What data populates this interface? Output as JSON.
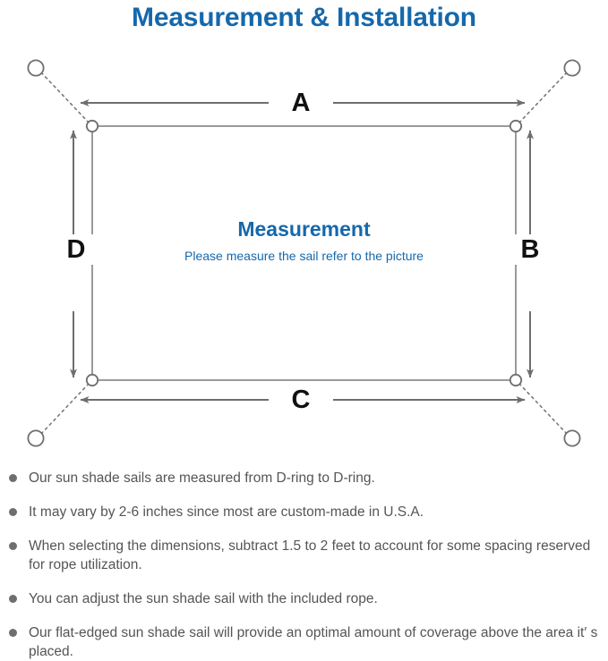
{
  "header": {
    "title": "Measurement & Installation",
    "title_color": "#1568ab"
  },
  "diagram": {
    "center_title": "Measurement",
    "center_subtitle": "Please measure the sail refer to the picture",
    "dimension_labels": {
      "top": "A",
      "right": "B",
      "bottom": "C",
      "left": "D"
    },
    "colors": {
      "sail_outline": "#9a9a9a",
      "arrow": "#6e6e6e",
      "anchor_ring": "#6e6e6e",
      "rope_dotted": "#7a7a7a",
      "label_text": "#111111"
    },
    "parts": {
      "anchor_point": "anchor-ring",
      "d_ring": "d-ring",
      "rope": "dotted-rope-line",
      "sail": "shade-sail-rectangle"
    }
  },
  "notes": {
    "items": [
      "Our sun shade sails are measured from D-ring to D-ring.",
      "It may vary by 2-6 inches since most are custom-made in U.S.A.",
      "When selecting the dimensions, subtract 1.5 to 2 feet to account for some spacing reserved for rope utilization.",
      "You can adjust the sun shade sail with the included rope.",
      "Our flat-edged sun shade sail will provide an optimal amount of coverage above the area it′ s placed."
    ],
    "bullet_color": "#6e6e6e"
  }
}
